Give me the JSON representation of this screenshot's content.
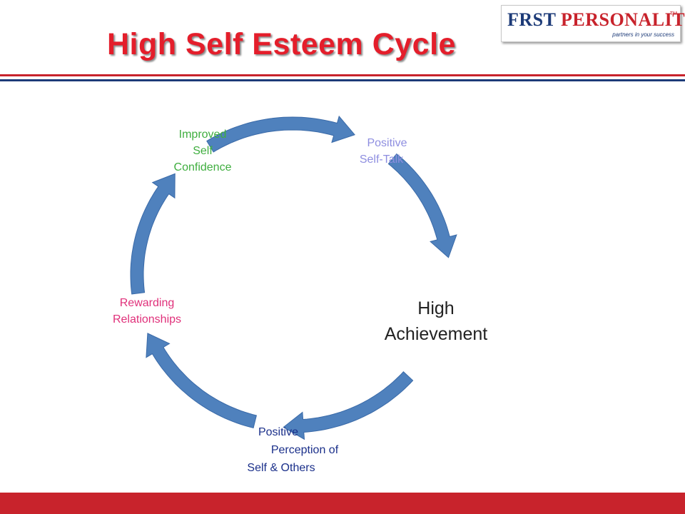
{
  "title": "High Self Esteem Cycle",
  "logo": {
    "word1": "F",
    "word1b": "RST",
    "word2": "PERSONALITY",
    "tm": "TM",
    "tagline": "partners in your success"
  },
  "colors": {
    "title": "#e41e2b",
    "arrow": "#4f81bd",
    "arrow_edge": "#3a6aa8",
    "red": "#c8232c",
    "navy": "#1d3b78"
  },
  "cycle": {
    "nodes": [
      {
        "id": "positive-self-talk",
        "lines": [
          "Positive",
          "Self-Talk"
        ],
        "color": "#8e8ee0"
      },
      {
        "id": "high-achievement",
        "lines": [
          "High",
          "Achievement"
        ],
        "color": "#222222"
      },
      {
        "id": "positive-perception",
        "lines": [
          "Positive",
          "Perception of",
          "Self & Others"
        ],
        "color": "#1a2f8a"
      },
      {
        "id": "rewarding-relationships",
        "lines": [
          "Rewarding",
          "Relationships"
        ],
        "color": "#e0307a"
      },
      {
        "id": "improved-self-confidence",
        "lines": [
          "Improved",
          "Self",
          "Confidence"
        ],
        "color": "#3fae3f"
      }
    ]
  }
}
